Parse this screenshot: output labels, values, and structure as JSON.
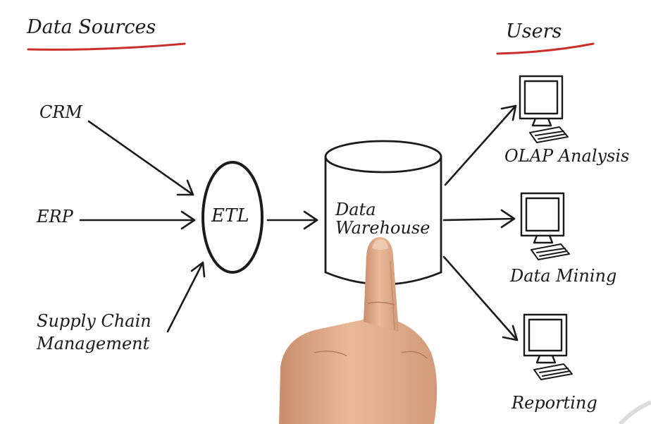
{
  "headers": {
    "sources": "Data Sources",
    "users": "Users"
  },
  "sources": {
    "crm": "CRM",
    "erp": "ERP",
    "supply_chain_line1": "Supply Chain",
    "supply_chain_line2": "Management"
  },
  "etl": "ETL",
  "warehouse": {
    "line1": "Data",
    "line2": "Warehouse"
  },
  "outputs": {
    "olap": "OLAP Analysis",
    "mining": "Data Mining",
    "reporting": "Reporting"
  },
  "colors": {
    "ink": "#1b1b1b",
    "underline": "#c9302c",
    "skin": "#e2b08f"
  },
  "icons": [
    "computer-monitor-icon",
    "keyboard-icon",
    "pointing-finger"
  ]
}
